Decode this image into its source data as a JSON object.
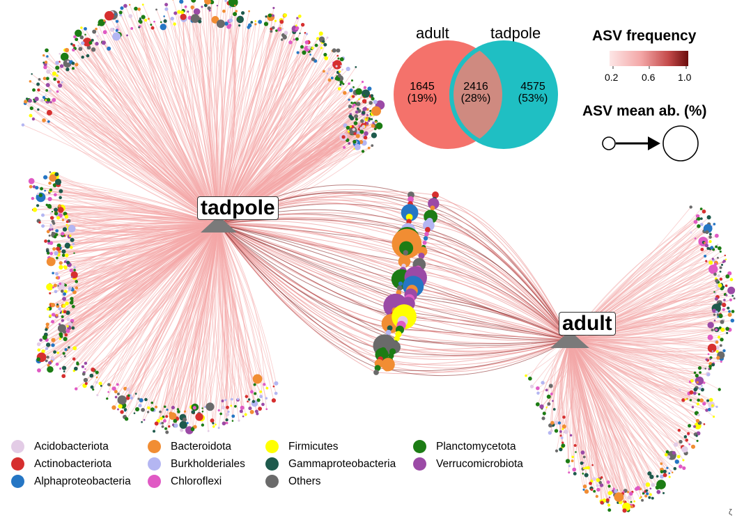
{
  "hubs": {
    "tadpole": "tadpole",
    "adult": "adult"
  },
  "venn": {
    "left_label": "adult",
    "right_label": "tadpole",
    "left_count": "1645",
    "left_pct": "(19%)",
    "overlap_count": "2416",
    "overlap_pct": "(28%)",
    "right_count": "4575",
    "right_pct": "(53%)",
    "colors": {
      "adult": "#f4726b",
      "tadpole": "#1fbfc3",
      "overlap": "#cf8a80"
    }
  },
  "frequency_legend": {
    "title": "ASV frequency",
    "ticks": [
      "0.2",
      "0.6",
      "1.0"
    ],
    "gradient": [
      "#fde6e6",
      "#f3a7a7",
      "#c44a4a",
      "#6b0c0c"
    ]
  },
  "abundance_legend": {
    "title": "ASV mean ab. (%)"
  },
  "taxa": [
    {
      "name": "Acidobacteriota",
      "color": "#e3cce6"
    },
    {
      "name": "Actinobacteriota",
      "color": "#d62f2f"
    },
    {
      "name": "Alphaproteobacteria",
      "color": "#2576c4"
    },
    {
      "name": "Bacteroidota",
      "color": "#f18d33"
    },
    {
      "name": "Burkholderiales",
      "color": "#b4b6f2"
    },
    {
      "name": "Chloroflexi",
      "color": "#e05ac4"
    },
    {
      "name": "Firmicutes",
      "color": "#ffff00"
    },
    {
      "name": "Gammaproteobacteria",
      "color": "#1e5a4c"
    },
    {
      "name": "Others",
      "color": "#6a6a6a"
    },
    {
      "name": "Planctomycetota",
      "color": "#1c7c14"
    },
    {
      "name": "Verrucomicrobiota",
      "color": "#9b4aa6"
    }
  ],
  "corner_mark": "ζ"
}
